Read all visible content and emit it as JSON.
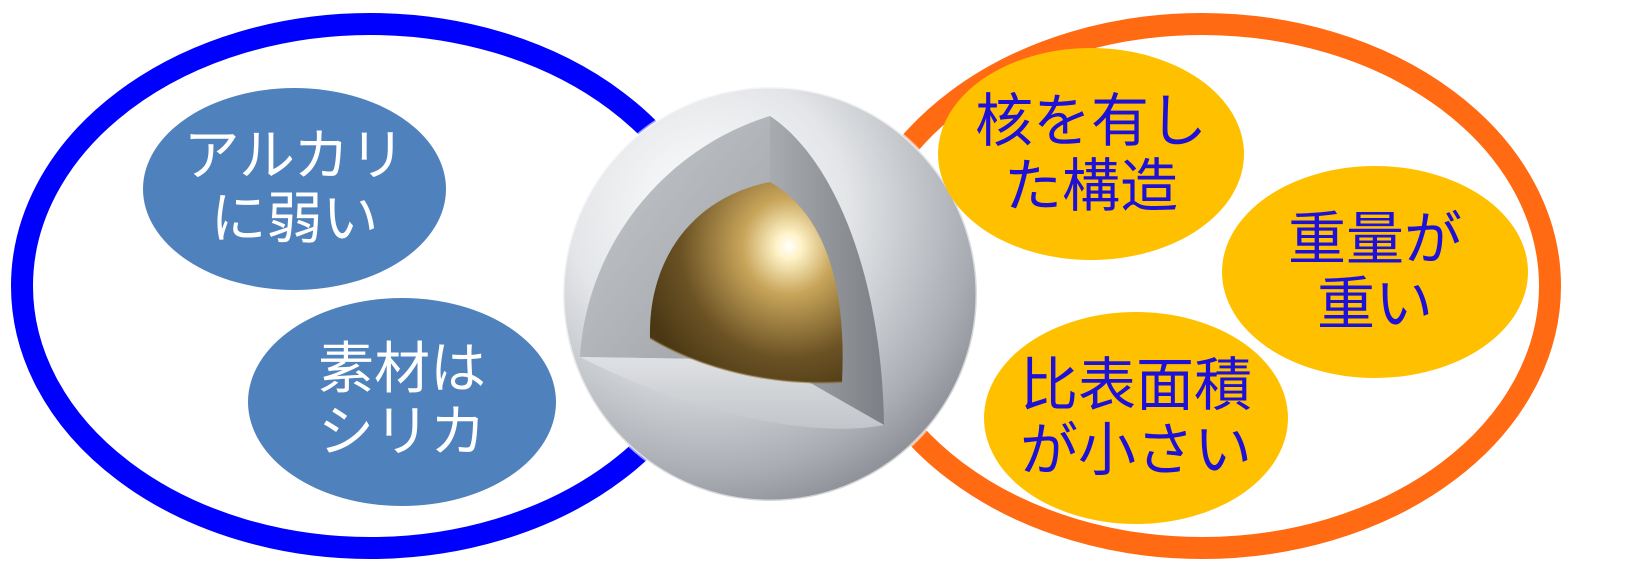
{
  "colors": {
    "left_ring": "#0000ff",
    "right_ring": "#ff6a13",
    "blue_bubble": "#4f81bd",
    "gold_bubble": "#ffc000",
    "gold_text": "#1f10d6"
  },
  "left_group": {
    "bubbles": [
      {
        "lines": [
          "アルカリ",
          "に弱い"
        ]
      },
      {
        "lines": [
          "素材は",
          "シリカ"
        ]
      }
    ]
  },
  "right_group": {
    "bubbles": [
      {
        "lines": [
          "核を有し",
          "た構造"
        ]
      },
      {
        "lines": [
          "重量が",
          "重い"
        ]
      },
      {
        "lines": [
          "比表面積",
          "が小さい"
        ]
      }
    ]
  },
  "center_image": {
    "icon": "core-shell-sphere-icon"
  }
}
